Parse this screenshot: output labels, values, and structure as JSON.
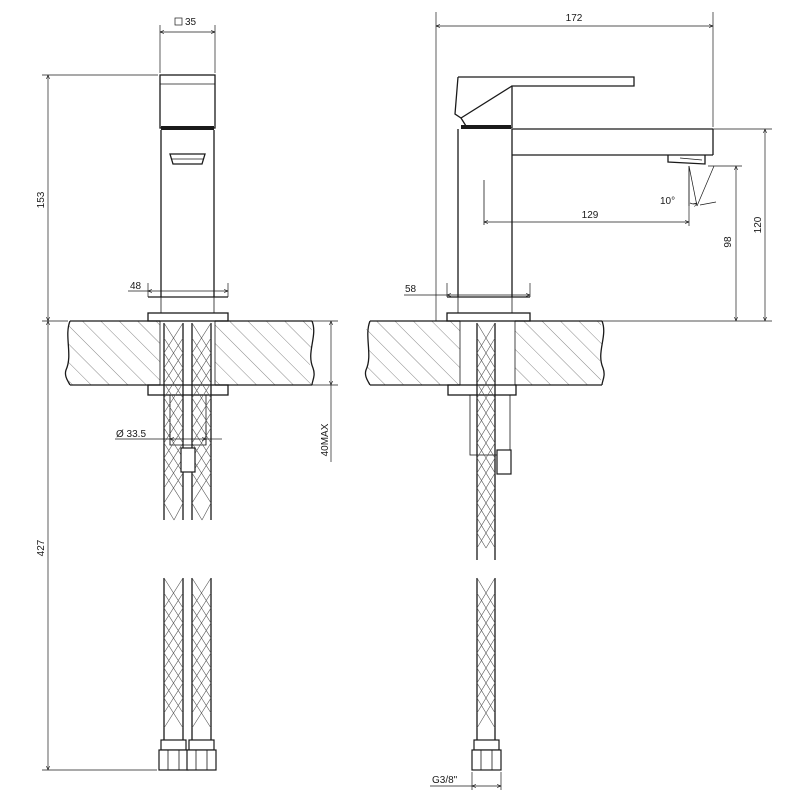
{
  "front_view": {
    "dimensions": {
      "square_section": "35",
      "height_above_counter": "153",
      "base_width": "48",
      "hole_diameter": "Ø 33.5",
      "counter_thickness_max": "40MAX",
      "hose_length": "427"
    }
  },
  "side_view": {
    "dimensions": {
      "overall_length": "172",
      "spout_reach": "129",
      "spray_angle": "10°",
      "spout_outlet_height": "98",
      "spout_height": "120",
      "base_depth": "58",
      "hose_connection": "G3/8\""
    }
  }
}
